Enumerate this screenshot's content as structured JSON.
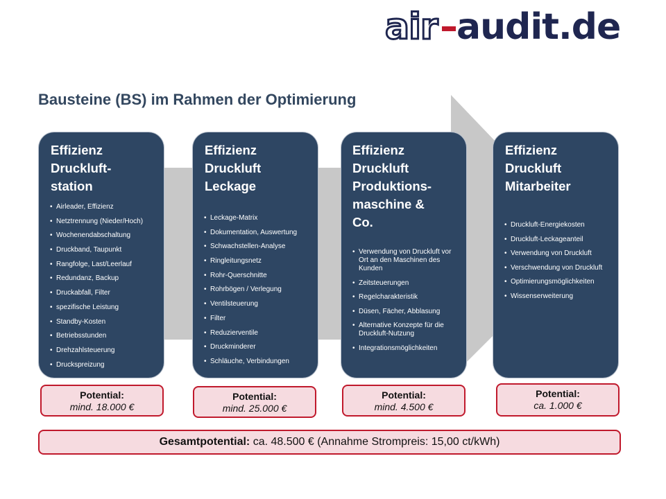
{
  "logo": {
    "text": "airaudit.de"
  },
  "title": "Bausteine (BS) im Rahmen der Optimierung",
  "cards": [
    {
      "heading": [
        "Effizienz",
        "Druckluft-",
        "station"
      ],
      "items": [
        "Airleader, Effizienz",
        "Netztrennung (Nieder/Hoch)",
        "Wochenendabschaltung",
        "Druckband, Taupunkt",
        "Rangfolge, Last/Leerlauf",
        "Redundanz, Backup",
        "Druckabfall, Filter",
        "spezifische Leistung",
        "Standby-Kosten",
        "Betriebsstunden",
        "Drehzahlsteuerung",
        "Druckspreizung"
      ],
      "potential_label": "Potential:",
      "potential_value": "mind. 18.000 €"
    },
    {
      "heading": [
        "Effizienz",
        "Druckluft",
        "Leckage"
      ],
      "items": [
        "Leckage-Matrix",
        "Dokumentation,  Auswertung",
        "Schwachstellen-Analyse",
        "Ringleitungsnetz",
        "Rohr-Querschnitte",
        "Rohrbögen / Verlegung",
        "Ventilsteuerung",
        "Filter",
        "Reduzierventile",
        "Druckminderer",
        "Schläuche, Verbindungen"
      ],
      "potential_label": "Potential:",
      "potential_value": "mind. 25.000 €"
    },
    {
      "heading": [
        "Effizienz",
        "Druckluft",
        "Produktions-",
        "maschine &",
        "Co."
      ],
      "items": [
        "Verwendung von Druckluft vor Ort an den Maschinen des Kunden",
        "Zeitsteuerungen",
        "Regelcharakteristik",
        "Düsen, Fächer, Abblasung",
        "Alternative Konzepte für die Druckluft-Nutzung",
        "Integrationsmöglichkeiten"
      ],
      "potential_label": "Potential:",
      "potential_value": "mind. 4.500 €"
    },
    {
      "heading": [
        "Effizienz",
        "Druckluft",
        "Mitarbeiter"
      ],
      "items": [
        "Druckluft-Energiekosten",
        "Druckluft-Leckageanteil",
        "Verwendung von Druckluft",
        "Verschwendung von Druckluft",
        "Optimierungsmöglichkeiten",
        "Wissenserweiterung"
      ],
      "potential_label": "Potential:",
      "potential_value": "ca. 1.000 €"
    }
  ],
  "total": {
    "label": "Gesamtpotential:",
    "value": " ca. 48.500 € (Annahme Strompreis: 15,00 ct/kWh)"
  },
  "colors": {
    "card": "#2e4663",
    "title": "#33475f",
    "accent": "#c0192c",
    "potential_bg": "#f6dbe0",
    "connector": "#c8c8c8"
  }
}
